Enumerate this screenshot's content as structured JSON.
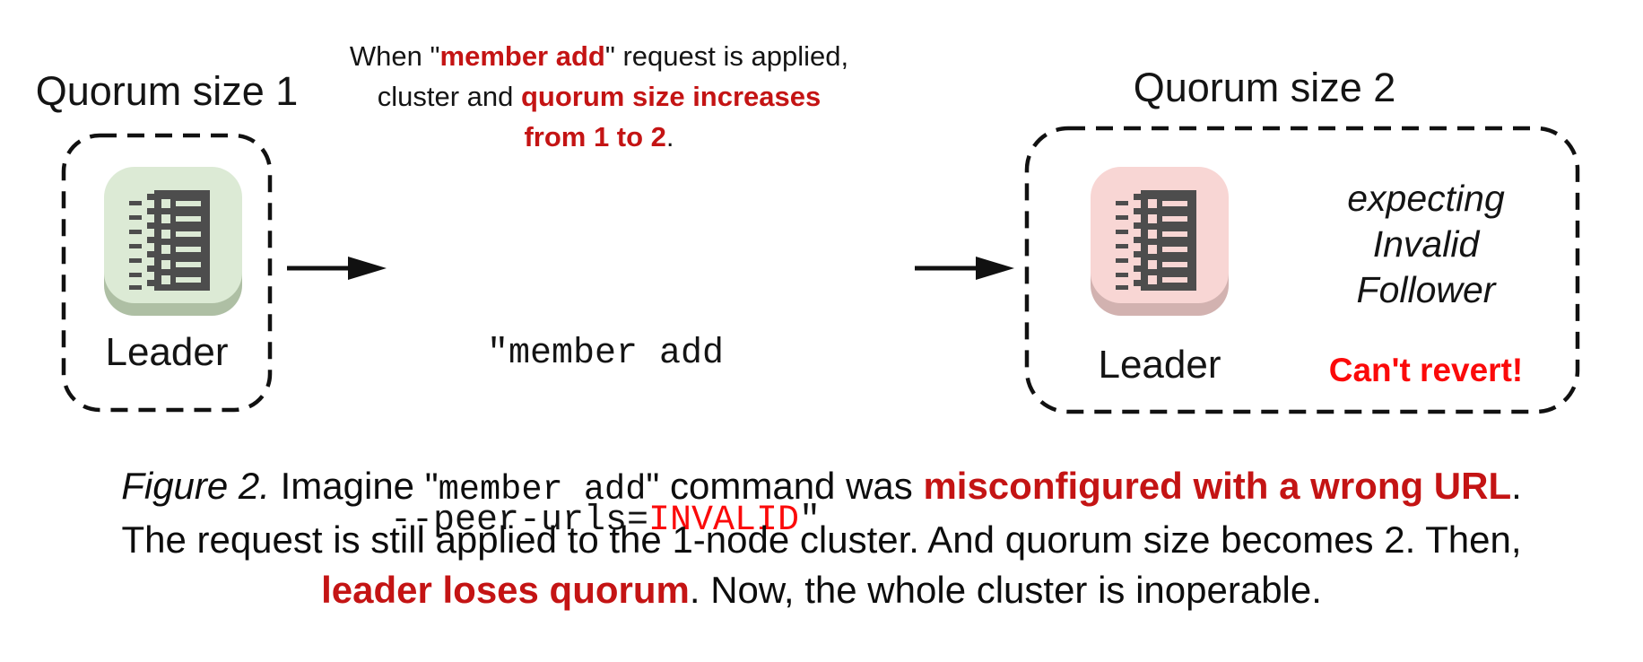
{
  "figure": {
    "left_cluster": {
      "title": "Quorum size 1",
      "node_label": "Leader",
      "icon": "etcd-member-icon-green"
    },
    "right_cluster": {
      "title": "Quorum size 2",
      "node_label": "Leader",
      "status_line1": "expecting",
      "status_line2": "Invalid",
      "status_line3": "Follower",
      "warning": "Can't revert!",
      "icon": "etcd-member-icon-pink"
    },
    "annotation": {
      "line1_pre": "When \"",
      "line1_red": "member add",
      "line1_post": "\" request is applied,",
      "line2_pre": "cluster and ",
      "line2_red": "quorum size increases",
      "line3_red": "from 1 to 2",
      "line3_post": "."
    },
    "command": {
      "line1": "\"member add",
      "line2_pre": "--peer-urls=",
      "line2_red": "INVALID",
      "line2_post": "\""
    },
    "caption": {
      "fig_label": "Figure 2.",
      "l1_a": " Imagine \"",
      "l1_code": "member add",
      "l1_b": "\" command was ",
      "l1_red": "misconfigured with a wrong URL",
      "l1_c": ".",
      "l2": "The request is still applied to the 1-node cluster. And quorum size becomes 2. Then,",
      "l3_red": "leader loses quorum",
      "l3_a": ". Now, the whole cluster is inoperable."
    },
    "colors": {
      "dark_red": "#c41414",
      "bright_red": "#fb0a0a",
      "icon_green_bg": "#dcead5",
      "icon_green_edge": "#aebfa4",
      "icon_pink_bg": "#f8d6d4",
      "icon_pink_edge": "#d2b2b0",
      "icon_glyph": "#4d4d4d",
      "text_black": "#141414"
    }
  }
}
